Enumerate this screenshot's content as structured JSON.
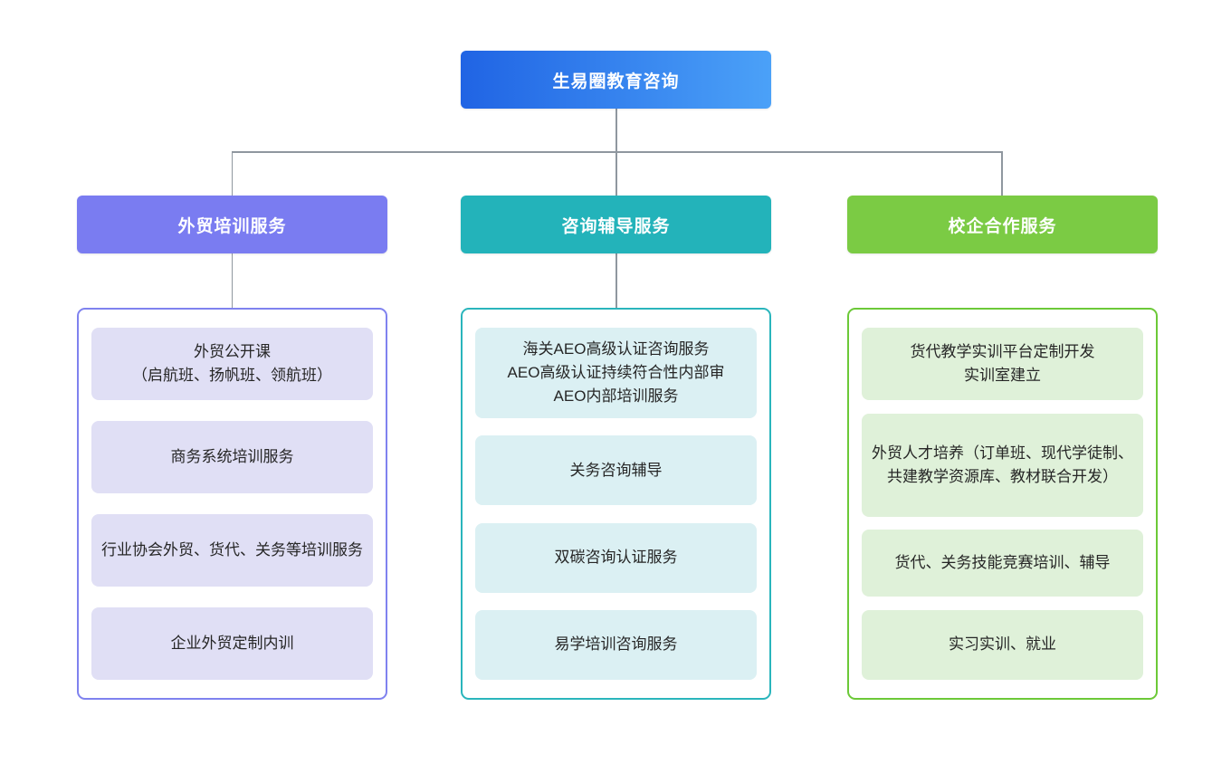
{
  "root": {
    "label": "生易圈教育咨询"
  },
  "branches": [
    {
      "label": "外贸培训服务",
      "items": [
        "外贸公开课\n（启航班、扬帆班、领航班）",
        "商务系统培训服务",
        "行业协会外贸、货代、关务等培训服务",
        "企业外贸定制内训"
      ]
    },
    {
      "label": "咨询辅导服务",
      "items": [
        "海关AEO高级认证咨询服务\nAEO高级认证持续符合性内部审\nAEO内部培训服务",
        "关务咨询辅导",
        "双碳咨询认证服务",
        "易学培训咨询服务"
      ]
    },
    {
      "label": "校企合作服务",
      "items": [
        "货代教学实训平台定制开发\n实训室建立",
        "外贸人才培养（订单班、现代学徒制、共建教学资源库、教材联合开发）",
        "货代、关务技能竞赛培训、辅导",
        "实习实训、就业"
      ]
    }
  ],
  "colors": {
    "root_gradient_start": "#2064e4",
    "root_gradient_end": "#4ba1f8",
    "branch_1_header": "#7a7cf1",
    "branch_1_border": "#7f82ef",
    "branch_1_item_bg": "#e0dff5",
    "branch_2_header": "#23b3ba",
    "branch_2_border": "#2ab5bc",
    "branch_2_item_bg": "#dbf0f3",
    "branch_3_header": "#7bcb44",
    "branch_3_border": "#6cc938",
    "branch_3_item_bg": "#dff1d9",
    "connector": "#8f979f",
    "item_text": "#262626"
  }
}
